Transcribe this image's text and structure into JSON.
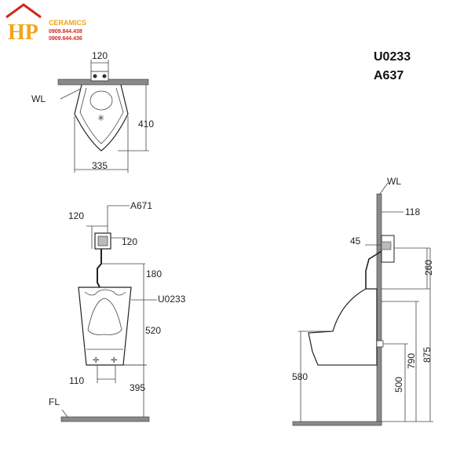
{
  "logo": {
    "letters": "HP",
    "brand": "CERAMICS",
    "phones": [
      "0909.844.438",
      "0909.644.436"
    ],
    "colors": {
      "primary": "#f2a51a",
      "phone": "#d0281e"
    }
  },
  "models": {
    "urinal": "U0233",
    "valve": "A637"
  },
  "top_view": {
    "wall_label": "WL",
    "dims": {
      "valve_spacing": "120",
      "depth": "410",
      "width": "335"
    }
  },
  "front_view": {
    "valve_label": "A671",
    "urinal_label": "U0233",
    "floor_label": "FL",
    "dims": {
      "valve_top_left": "120",
      "valve_right": "120",
      "pipe": "180",
      "bowl_height": "520",
      "outlet_spacing": "110",
      "bottom_height": "395"
    }
  },
  "side_view": {
    "wall_label": "WL",
    "dims": {
      "wall_offset": "118",
      "valve_offset": "45",
      "valve_height": "260",
      "projection": "580",
      "outlet": "500",
      "rim": "790",
      "top": "875"
    }
  }
}
